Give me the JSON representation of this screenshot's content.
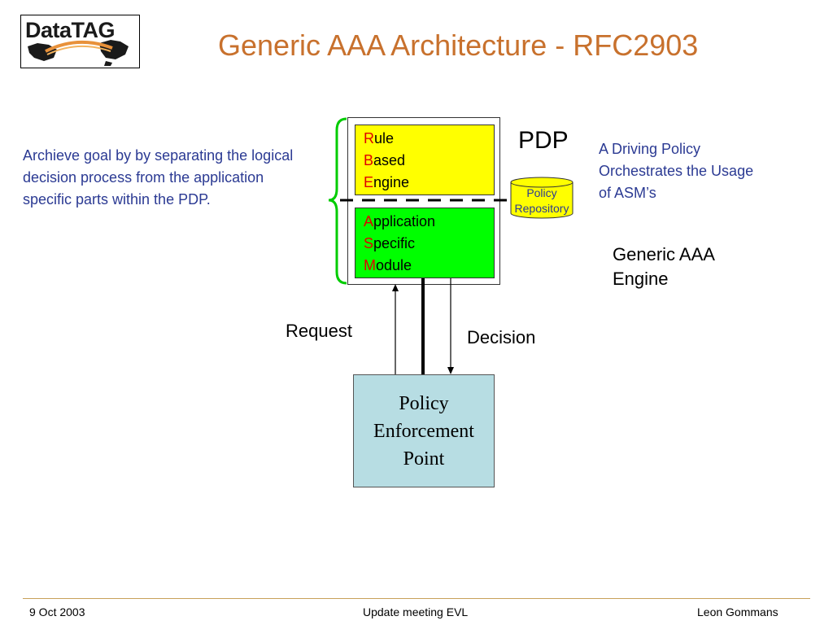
{
  "logo": {
    "text": "DataTAG"
  },
  "slide": {
    "title": "Generic AAA Architecture - RFC2903"
  },
  "left_note": "Archieve goal by by separating the logical decision process from the application specific parts within the PDP.",
  "right_note": "A Driving Policy Orchestrates the Usage of ASM’s",
  "pdp": {
    "label": "PDP",
    "rbe": [
      {
        "initial": "R",
        "rest": "ule"
      },
      {
        "initial": "B",
        "rest": "ased"
      },
      {
        "initial": "E",
        "rest": "ngine"
      }
    ],
    "asm": [
      {
        "initial": "A",
        "rest": "pplication"
      },
      {
        "initial": "S",
        "rest": "pecific"
      },
      {
        "initial": "M",
        "rest": "odule"
      }
    ]
  },
  "repository": {
    "line1": "Policy",
    "line2": "Repository"
  },
  "generic_aaa": {
    "line1": "Generic AAA",
    "line2": "Engine"
  },
  "flows": {
    "request": "Request",
    "decision": "Decision"
  },
  "pep": {
    "line1": "Policy",
    "line2": "Enforcement",
    "line3": "Point"
  },
  "footer": {
    "date": "9 Oct 2003",
    "center": "Update meeting EVL",
    "author": "Leon Gommans"
  },
  "colors": {
    "title": "#c8712d",
    "note_text": "#2b3a93",
    "rbe_fill": "#ffff00",
    "asm_fill": "#00ff00",
    "initial_letters": "#e00000",
    "brace": "#00cc00",
    "pep_fill": "#b7dde3",
    "footer_rule": "#c8a05a"
  }
}
